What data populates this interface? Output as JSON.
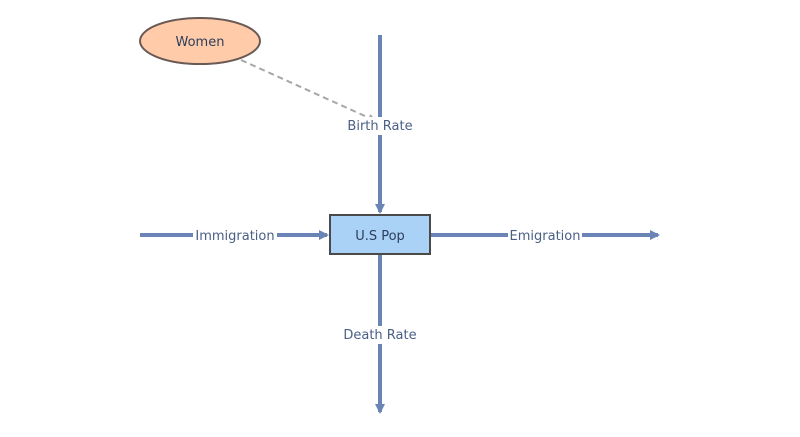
{
  "diagram": {
    "stock": {
      "label": "U.S Pop",
      "fill": "#a9d2f6",
      "stroke": "#4a4a4a"
    },
    "auxiliary": {
      "label": "Women",
      "fill": "#ffcba8",
      "stroke": "#6a5a55"
    },
    "flows": {
      "birth": {
        "label": "Birth Rate"
      },
      "death": {
        "label": "Death Rate"
      },
      "immigration": {
        "label": "Immigration"
      },
      "emigration": {
        "label": "Emigration"
      }
    },
    "colors": {
      "flow": "#6a84b6",
      "link": "#a7a7a7",
      "background": "#ffffff"
    }
  }
}
